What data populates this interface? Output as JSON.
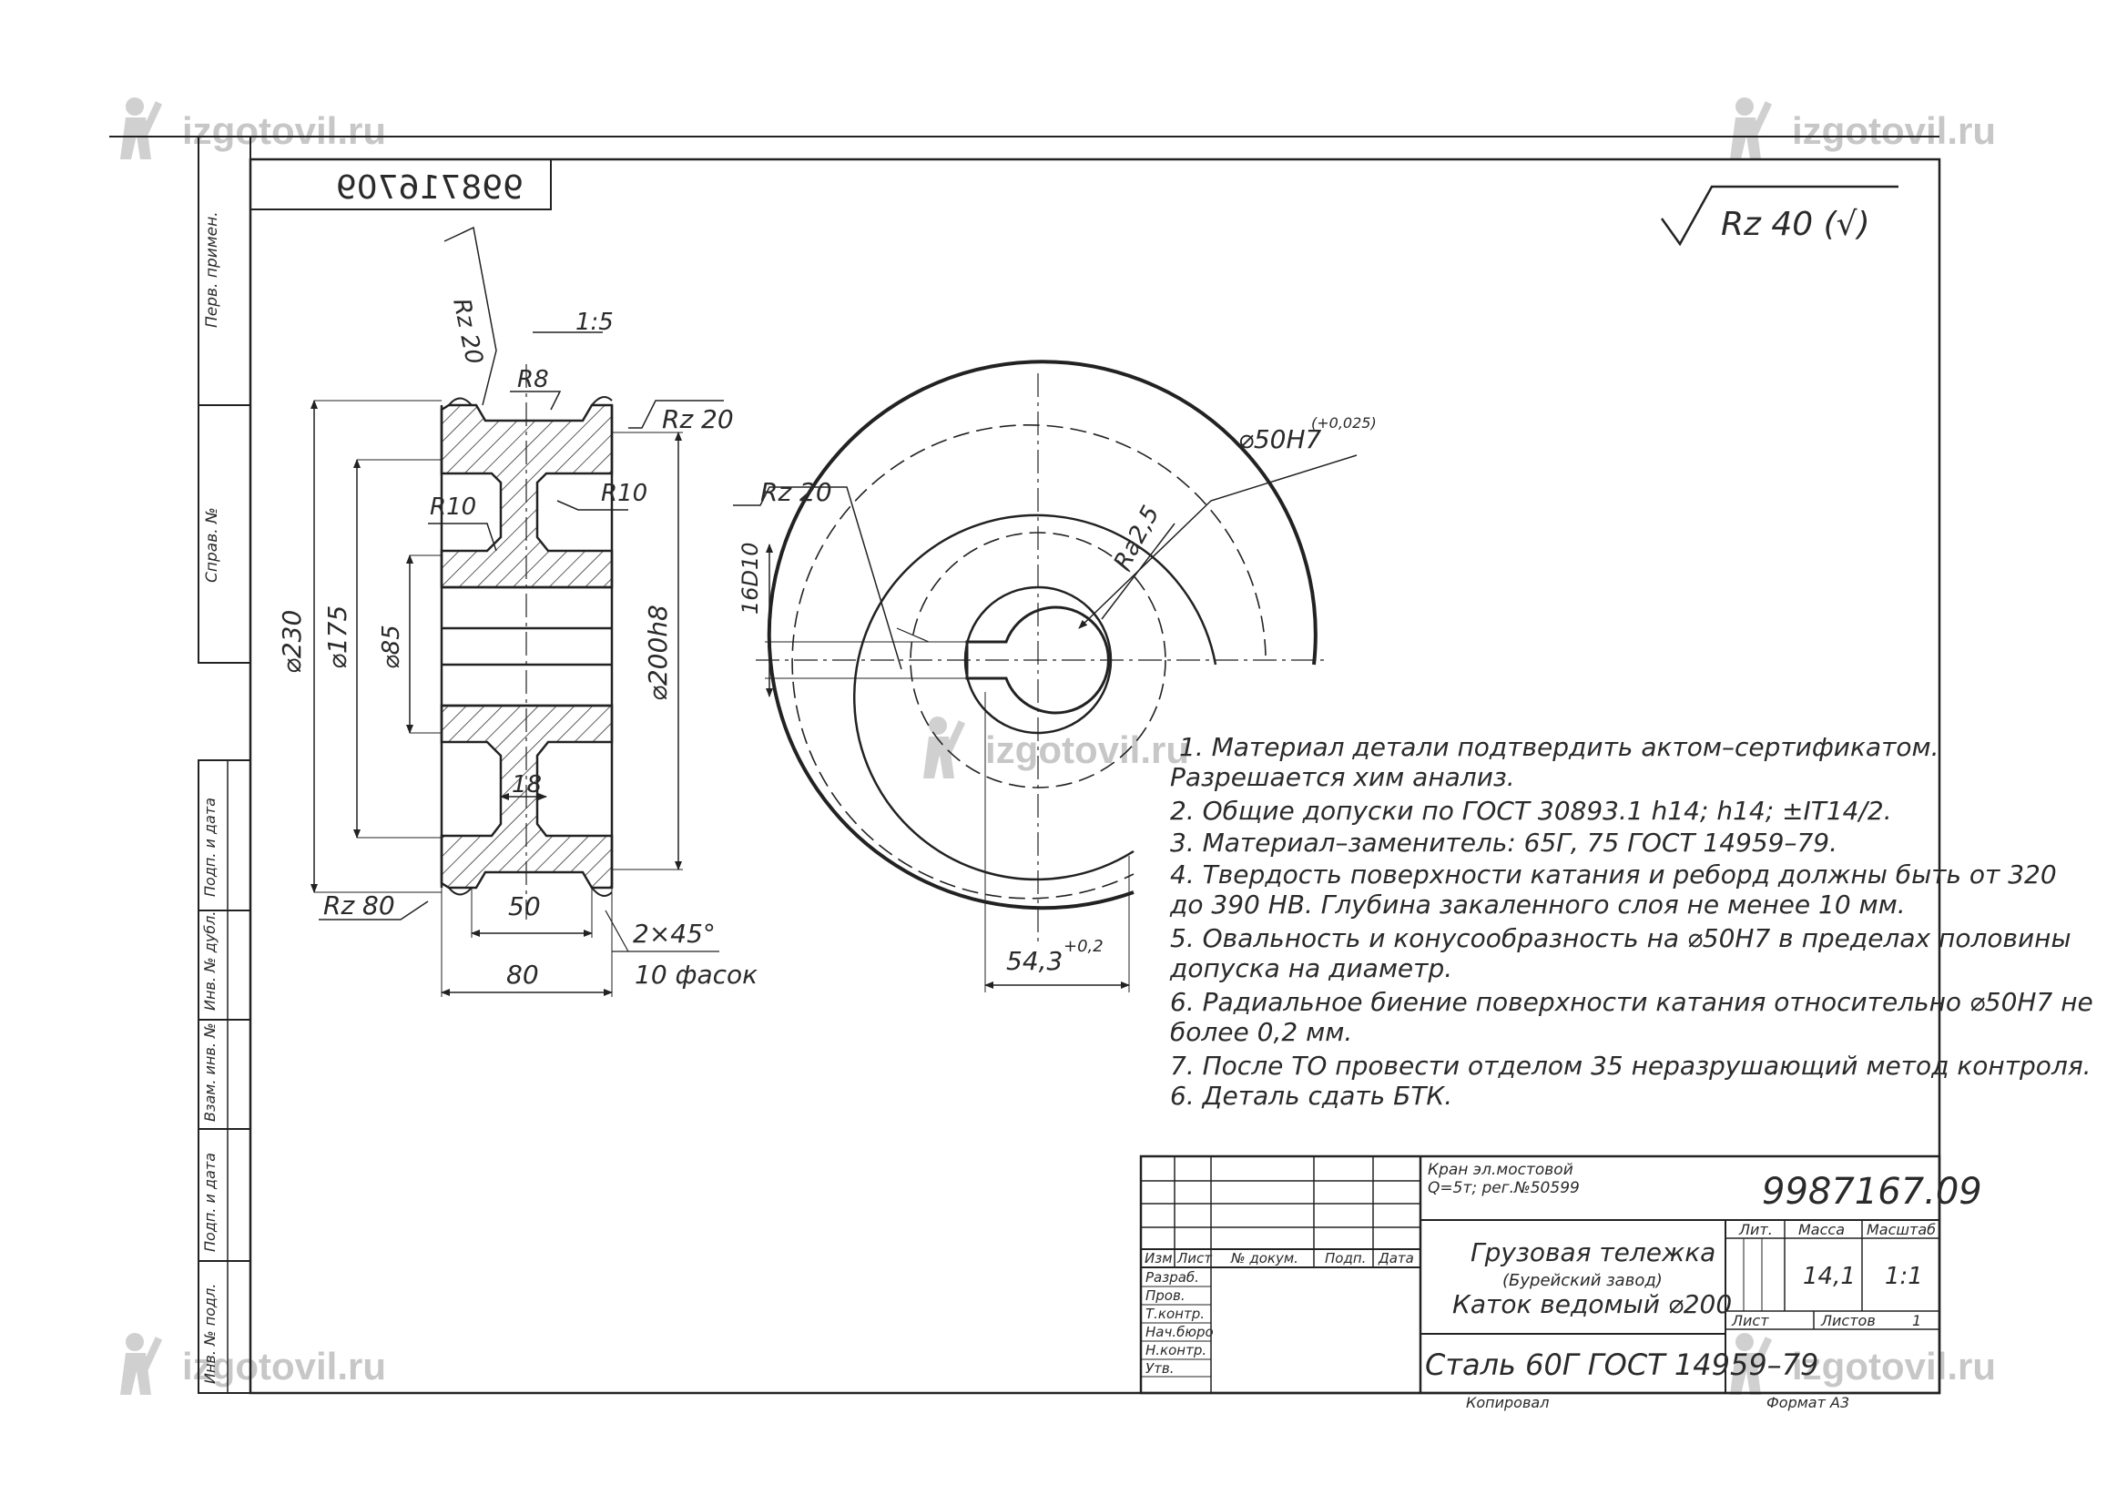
{
  "watermark": {
    "text": "izgotovil.ru",
    "logo": "hammer-man-logo"
  },
  "frame_stamp": {
    "mirrored_number": "998716709"
  },
  "left_strip": {
    "top_labels": [
      "Перв. примен.",
      "Справ. №"
    ],
    "bottom_labels": [
      "Подп. и дата",
      "Инв. № дубл.",
      "Взам. инв. №",
      "Подп. и дата",
      "Инв. № подл."
    ]
  },
  "roughness_general": "Rz 40 (√)",
  "section_view": {
    "rz_top": "Rz 20",
    "taper": "1:5",
    "r_top": "R8",
    "rz_right": "Rz 20",
    "r_left": "R10",
    "r_right": "R10",
    "d_outer": "⌀230",
    "d_rim": "⌀175",
    "d_hub": "⌀85",
    "d_tread": "⌀200h8",
    "web": "18",
    "rz_bottom": "Rz 80",
    "tread_width": "50",
    "total_width": "80",
    "chamfer": "2×45°",
    "chamfer_count": "10 фасок"
  },
  "front_view": {
    "bore": "⌀50H7",
    "bore_tol": "(+0,025)",
    "ra": "Ra2,5",
    "rz_key": "Rz 20",
    "keyway": "16D10",
    "key_depth": "54,3",
    "key_depth_tol": "+0,2"
  },
  "notes": [
    "1. Материал детали подтвердить актом–сертификатом.",
    "Разрешается хим анализ.",
    "2. Общие допуски по ГОСТ 30893.1 h14; h14; ±IT14/2.",
    "3. Материал–заменитель: 65Г, 75 ГОСТ 14959–79.",
    "4. Твердость поверхности катания и реборд должны быть от 320",
    "до 390 HB. Глубина закаленного слоя не менее 10 мм.",
    "5. Овальность и конусообразность на ⌀50H7 в пределах половины",
    "допуска на диаметр.",
    "6. Радиальное биение поверхности катания относительно ⌀50H7 не",
    "более 0,2 мм.",
    "7. После ТО провести отделом 35 неразрушающий метод контроля.",
    "6. Деталь сдать БТК."
  ],
  "title_block": {
    "project_line1": "Кран эл.мостовой",
    "project_line2": "Q=5т; рег.№50599",
    "doc_number": "9987167.09",
    "title_line1": "Грузовая тележка",
    "title_line2": "(Бурейский завод)",
    "title_line3": "Каток ведомый ⌀200",
    "material": "Сталь 60Г ГОСТ 14959–79",
    "col_headers": [
      "Изм",
      "Лист",
      "№ докум.",
      "Подп.",
      "Дата"
    ],
    "roles": [
      "Разраб.",
      "Пров.",
      "Т.контр.",
      "Нач.бюро",
      "Н.контр.",
      "Утв."
    ],
    "lit_label": "Лит.",
    "mass_label": "Масса",
    "scale_label": "Масштаб",
    "mass": "14,1",
    "scale": "1:1",
    "sheet_label": "Лист",
    "sheets_label": "Листов",
    "sheets": "1",
    "copied": "Копировал",
    "format": "Формат А3"
  }
}
